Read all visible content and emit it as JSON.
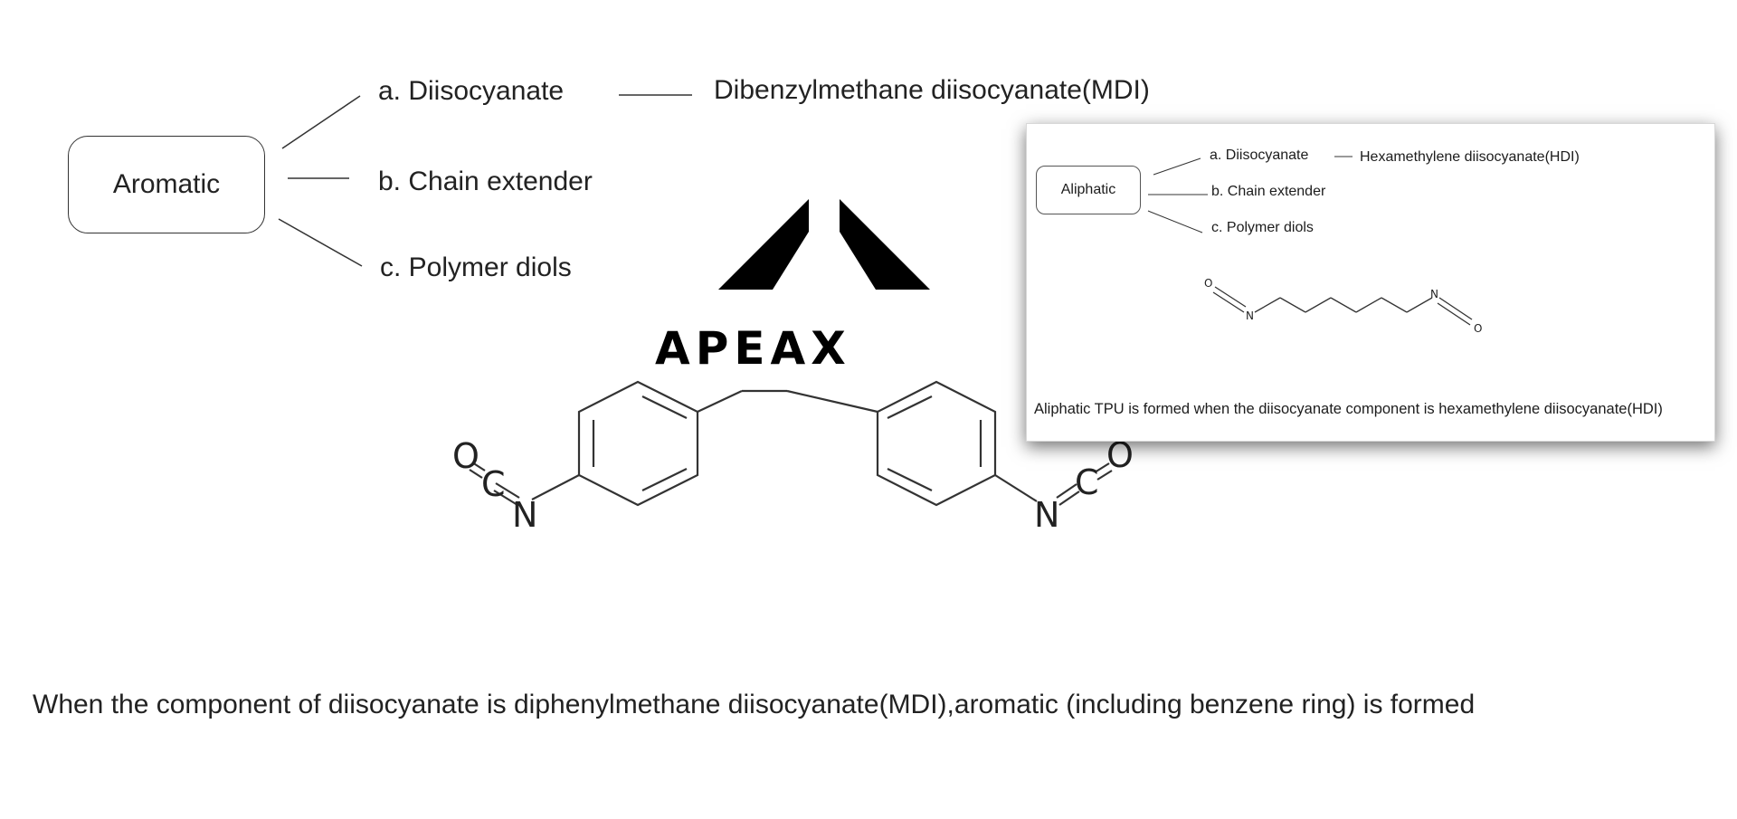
{
  "aromatic": {
    "label": "Aromatic",
    "branches": [
      {
        "label": "a. Diisocyanate",
        "compound": "Dibenzylmethane diisocyanate(MDI)"
      },
      {
        "label": "b. Chain extender"
      },
      {
        "label": "c. Polymer diols"
      }
    ],
    "structure": {
      "atoms": {
        "o_left": "O",
        "c_left": "C",
        "n_left": "N",
        "n_right": "N",
        "c_right": "C",
        "o_right": "O"
      }
    },
    "caption": "When the component of diisocyanate is diphenylmethane diisocyanate(MDI),aromatic (including benzene ring) is formed"
  },
  "logo": {
    "text": "APEAX",
    "icon": "apeax-logo-icon"
  },
  "aliphatic_inset": {
    "label": "Aliphatic",
    "branches": [
      {
        "label": "a. Diisocyanate",
        "compound": "Hexamethylene diisocyanate(HDI)"
      },
      {
        "label": "b. Chain extender"
      },
      {
        "label": "c. Polymer diols"
      }
    ],
    "structure": {
      "atoms": {
        "o_left": "O",
        "n_left": "N",
        "n_right": "N",
        "o_right": "O"
      }
    },
    "caption": "Aliphatic TPU is formed when the diisocyanate component is hexamethylene diisocyanate(HDI)"
  },
  "colors": {
    "line": "#333333",
    "text": "#222222",
    "logo": "#000000",
    "background": "#ffffff"
  }
}
